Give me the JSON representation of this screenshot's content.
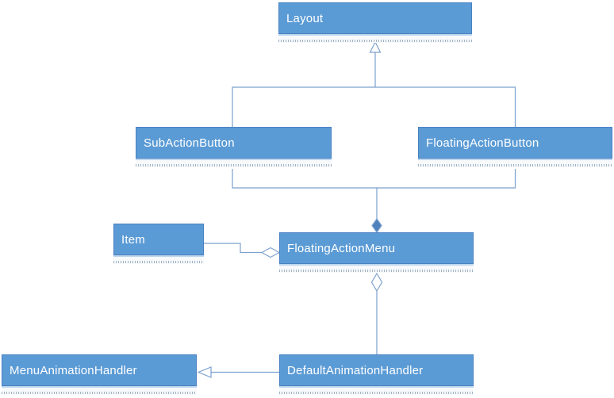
{
  "diagram": {
    "type": "uml-class-diagram",
    "classes": [
      {
        "name": "Layout"
      },
      {
        "name": "SubActionButton"
      },
      {
        "name": "FloatingActionButton"
      },
      {
        "name": "Item"
      },
      {
        "name": "FloatingActionMenu"
      },
      {
        "name": "MenuAnimationHandler"
      },
      {
        "name": "DefaultAnimationHandler"
      }
    ],
    "relationships": [
      {
        "type": "generalization",
        "from": "SubActionButton",
        "to": "Layout"
      },
      {
        "type": "generalization",
        "from": "FloatingActionButton",
        "to": "Layout"
      },
      {
        "type": "composition",
        "owner": "FloatingActionMenu",
        "parts": [
          "SubActionButton",
          "FloatingActionButton"
        ]
      },
      {
        "type": "aggregation",
        "owner": "FloatingActionMenu",
        "part": "Item"
      },
      {
        "type": "aggregation",
        "owner": "FloatingActionMenu",
        "part": "DefaultAnimationHandler"
      },
      {
        "type": "generalization",
        "from": "DefaultAnimationHandler",
        "to": "MenuAnimationHandler"
      }
    ],
    "colors": {
      "class_fill": "#5B9BD5",
      "class_border": "#4A80C2",
      "class_text": "#FFFFFF",
      "connector_line": "#7CA1CE",
      "composition_diamond_fill": "#4F81BD",
      "aggregation_diamond_fill": "#FFFFFF",
      "compartment_fill": "#F7F9FB",
      "compartment_top_line": "#BDD7EE",
      "compartment_dots": "#9FB2C3",
      "background": "#FFFFFF"
    }
  }
}
